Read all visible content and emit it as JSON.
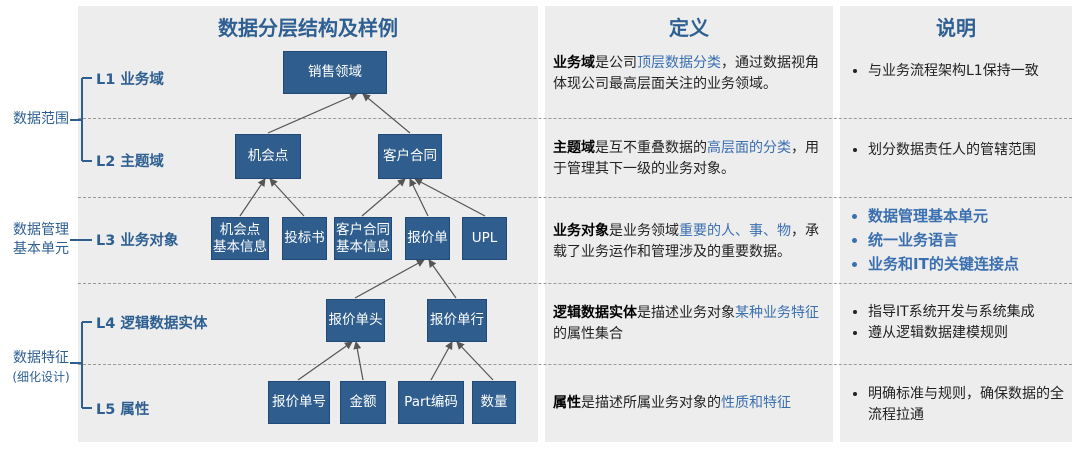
{
  "headers": {
    "structure": "数据分层结构及样例",
    "definition": "定义",
    "explanation": "说明"
  },
  "groups": {
    "scope": "数据范围",
    "unit_1": "数据管理",
    "unit_2": "基本单元",
    "feature_1": "数据特征",
    "feature_2": "(细化设计)"
  },
  "levels": [
    "L1 业务域",
    "L2 主题域",
    "L3 业务对象",
    "L4 逻辑数据实体",
    "L5 属性"
  ],
  "nodes": {
    "l1": "销售领域",
    "l2a": "机会点",
    "l2b": "客户合同",
    "l3a_1": "机会点",
    "l3a_2": "基本信息",
    "l3b": "投标书",
    "l3c_1": "客户合同",
    "l3c_2": "基本信息",
    "l3d": "报价单",
    "l3e": "UPL",
    "l4a": "报价单头",
    "l4b": "报价单行",
    "l5a": "报价单号",
    "l5b": "金额",
    "l5c": "Part编码",
    "l5d": "数量"
  },
  "definitions": {
    "d1": {
      "term": "业务域",
      "t1": "是公司",
      "hl": "顶层数据分类",
      "t2": "，通过数据视角体现公司最高层面关注的业务领域。"
    },
    "d2": {
      "term": "主题域",
      "t1": "是互不重叠数据的",
      "hl": "高层面的分类",
      "t2": "，用于管理其下一级的业务对象。"
    },
    "d3": {
      "term": "业务对象",
      "t1": "是业务领域",
      "hl": "重要的人、事、物",
      "t2": "，承载了业务运作和管理涉及的重要数据。"
    },
    "d4": {
      "term": "逻辑数据实体",
      "t1": "是描述业务对象",
      "hl": "某种业务特征",
      "t2": "的属性集合"
    },
    "d5": {
      "term": "属性",
      "t1": "是描述所属业务对象的",
      "hl": "性质和特征",
      "t2": ""
    }
  },
  "notes": {
    "n1": "与业务流程架构L1保持一致",
    "n2": "划分数据责任人的管辖范围",
    "n3": [
      "数据管理基本单元",
      "统一业务语言",
      "业务和IT的关键连接点"
    ],
    "n4": [
      "指导IT系统开发与系统集成",
      "遵从逻辑数据建模规则"
    ],
    "n5": "明确标准与规则，确保数据的全流程拉通"
  }
}
